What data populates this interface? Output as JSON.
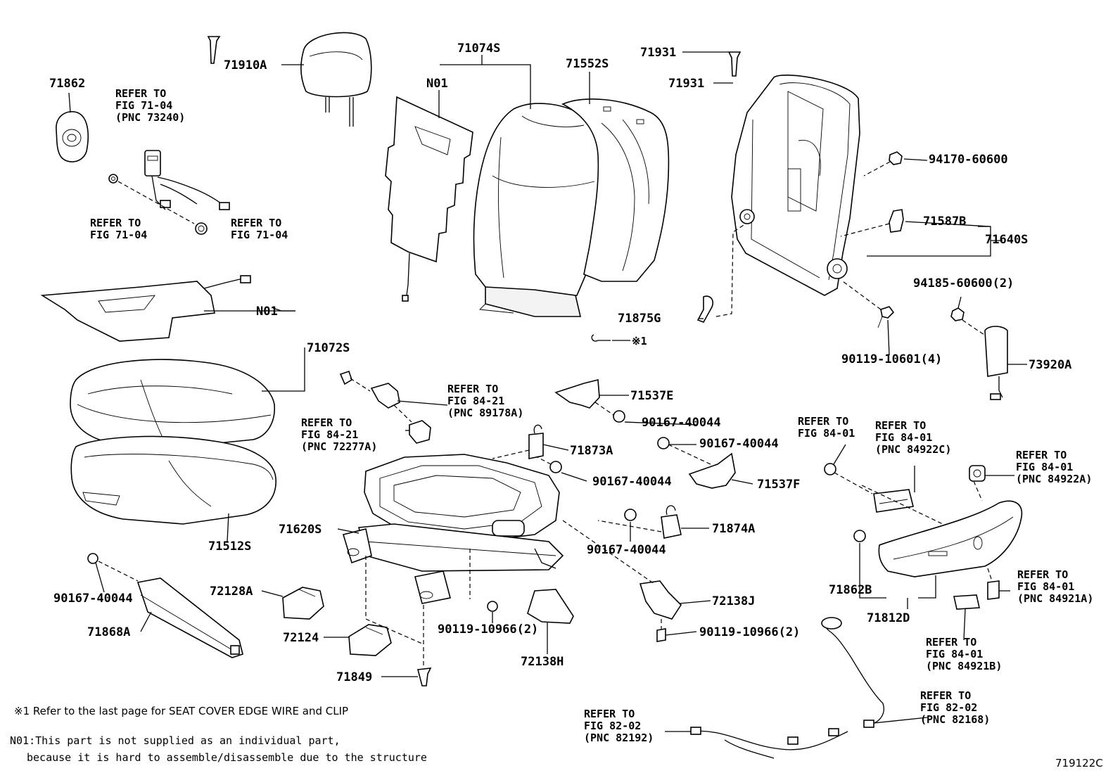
{
  "labels": {
    "p71862": "71862",
    "p71910A": "71910A",
    "p71074S": "71074S",
    "n01_top": "N01",
    "p71552S": "71552S",
    "p71931a": "71931",
    "p71931b": "71931",
    "ref7104_pnc": [
      "REFER TO",
      "FIG 71-04",
      "(PNC 73240)"
    ],
    "ref7104_left": [
      "REFER TO",
      "FIG 71-04"
    ],
    "ref7104_right": [
      "REFER TO",
      "FIG 71-04"
    ],
    "p94170": "94170-60600",
    "p71587B": "71587B",
    "p71640S": "71640S",
    "p94185": "94185-60600(2)",
    "n01_mid": "N01",
    "p71072S": "71072S",
    "p71875G": "71875G",
    "star1": "※1",
    "p90119_10601": "90119-10601(4)",
    "p73920A": "73920A",
    "ref8421_a": [
      "REFER TO",
      "FIG 84-21",
      "(PNC 89178A)"
    ],
    "ref8421_b": [
      "REFER TO",
      "FIG 84-21",
      "(PNC 72277A)"
    ],
    "p71537E": "71537E",
    "p90167_a": "90167-40044",
    "p90167_b": "90167-40044",
    "p71873A": "71873A",
    "p90167_c": "90167-40044",
    "p71537F": "71537F",
    "p71512S": "71512S",
    "p71620S": "71620S",
    "p71874A": "71874A",
    "p90167_d": "90167-40044",
    "ref8401_a": [
      "REFER TO",
      "FIG 84-01"
    ],
    "ref8401_b": [
      "REFER TO",
      "FIG 84-01",
      "(PNC 84922C)"
    ],
    "ref8401_c": [
      "REFER TO",
      "FIG 84-01",
      "(PNC 84922A)"
    ],
    "ref8401_d": [
      "REFER TO",
      "FIG 84-01",
      "(PNC 84921A)"
    ],
    "ref8401_e": [
      "REFER TO",
      "FIG 84-01",
      "(PNC 84921B)"
    ],
    "p90167_e": "90167-40044",
    "p72128A": "72128A",
    "p71868A": "71868A",
    "p72124": "72124",
    "p90119_10966a": "90119-10966(2)",
    "p90119_10966b": "90119-10966(2)",
    "p72138J": "72138J",
    "p72138H": "72138H",
    "p71849": "71849",
    "p71862B": "71862B",
    "p71812D": "71812D",
    "ref8202_a": [
      "REFER TO",
      "FIG 82-02",
      "(PNC 82192)"
    ],
    "ref8202_b": [
      "REFER TO",
      "FIG 82-02",
      "(PNC 82168)"
    ]
  },
  "notes": {
    "star_note": "※1  Refer to the last page for SEAT COVER EDGE WIRE and CLIP",
    "n01_note_1": "N01:This part is not supplied as an individual part,",
    "n01_note_2": "because it is hard to assemble/disassemble due to the structure",
    "figure_id": "719122C"
  }
}
